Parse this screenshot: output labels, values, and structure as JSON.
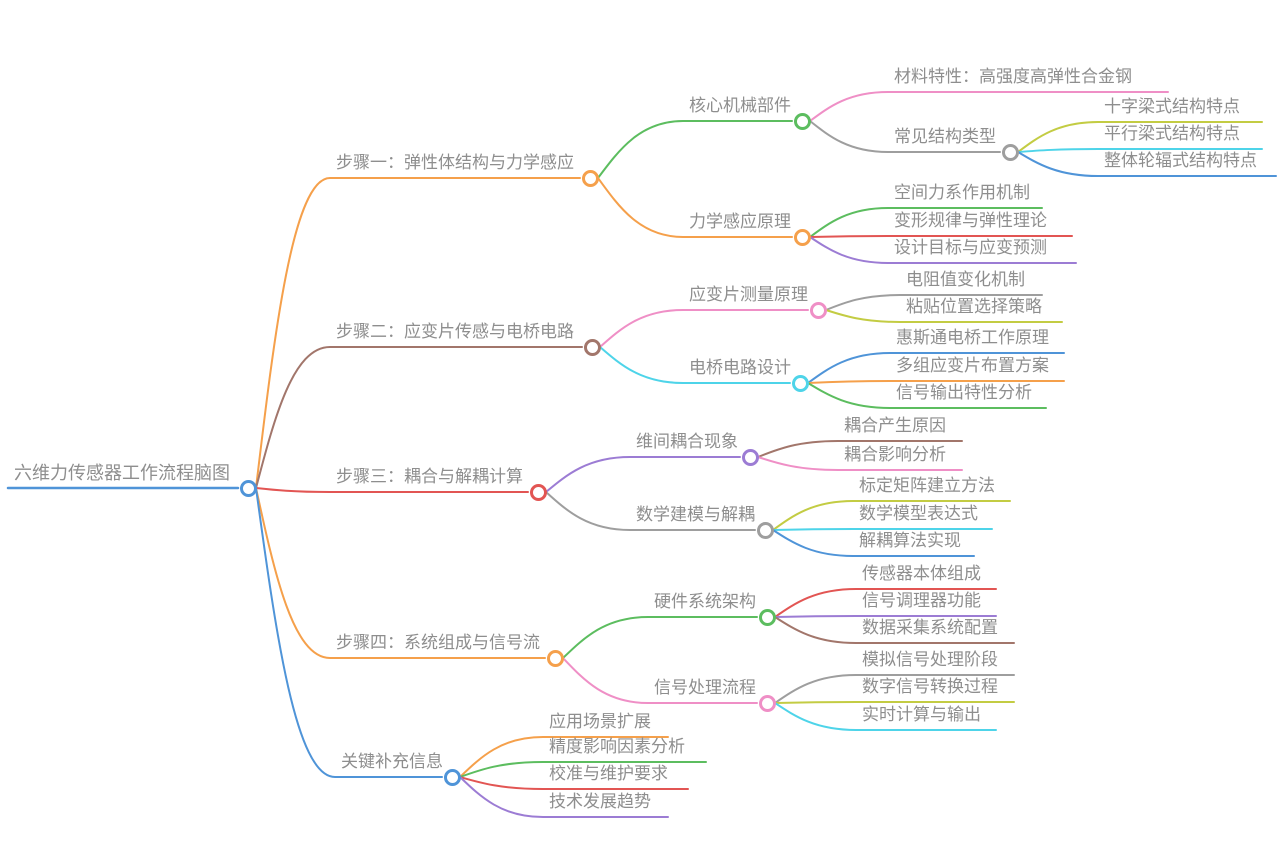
{
  "palette": {
    "blue": "#4f94d8",
    "orange": "#f5a04b",
    "brown": "#a2766b",
    "red": "#e25553",
    "green": "#5cbd5f",
    "pink": "#ef8fc6",
    "gray": "#9e9e9e",
    "cyan": "#4ed4e9",
    "yellowgreen": "#c3cc43",
    "purple": "#9c7cd4"
  },
  "text_color": "#8e8e8e",
  "root": {
    "label": "六维力传感器工作流程脑图",
    "color": "blue"
  },
  "branches": [
    {
      "label": "步骤一：弹性体结构与力学感应",
      "color": "orange",
      "children": [
        {
          "label": "核心机械部件",
          "color": "green",
          "children": [
            {
              "label": "材料特性：高强度高弹性合金钢",
              "color": "pink"
            },
            {
              "label": "常见结构类型",
              "color": "gray",
              "children": [
                {
                  "label": "十字梁式结构特点",
                  "color": "yellowgreen"
                },
                {
                  "label": "平行梁式结构特点",
                  "color": "cyan"
                },
                {
                  "label": "整体轮辐式结构特点",
                  "color": "blue"
                }
              ]
            }
          ]
        },
        {
          "label": "力学感应原理",
          "color": "orange",
          "children": [
            {
              "label": "空间力系作用机制",
              "color": "green"
            },
            {
              "label": "变形规律与弹性理论",
              "color": "red"
            },
            {
              "label": "设计目标与应变预测",
              "color": "purple"
            }
          ]
        }
      ]
    },
    {
      "label": "步骤二：应变片传感与电桥电路",
      "color": "brown",
      "children": [
        {
          "label": "应变片测量原理",
          "color": "pink",
          "children": [
            {
              "label": "电阻值变化机制",
              "color": "gray"
            },
            {
              "label": "粘贴位置选择策略",
              "color": "yellowgreen"
            }
          ]
        },
        {
          "label": "电桥电路设计",
          "color": "cyan",
          "children": [
            {
              "label": "惠斯通电桥工作原理",
              "color": "blue"
            },
            {
              "label": "多组应变片布置方案",
              "color": "orange"
            },
            {
              "label": "信号输出特性分析",
              "color": "green"
            }
          ]
        }
      ]
    },
    {
      "label": "步骤三：耦合与解耦计算",
      "color": "red",
      "children": [
        {
          "label": "维间耦合现象",
          "color": "purple",
          "children": [
            {
              "label": "耦合产生原因",
              "color": "brown"
            },
            {
              "label": "耦合影响分析",
              "color": "pink"
            }
          ]
        },
        {
          "label": "数学建模与解耦",
          "color": "gray",
          "children": [
            {
              "label": "标定矩阵建立方法",
              "color": "yellowgreen"
            },
            {
              "label": "数学模型表达式",
              "color": "cyan"
            },
            {
              "label": "解耦算法实现",
              "color": "blue"
            }
          ]
        }
      ]
    },
    {
      "label": "步骤四：系统组成与信号流",
      "color": "orange",
      "children": [
        {
          "label": "硬件系统架构",
          "color": "green",
          "children": [
            {
              "label": "传感器本体组成",
              "color": "red"
            },
            {
              "label": "信号调理器功能",
              "color": "purple"
            },
            {
              "label": "数据采集系统配置",
              "color": "brown"
            }
          ]
        },
        {
          "label": "信号处理流程",
          "color": "pink",
          "children": [
            {
              "label": "模拟信号处理阶段",
              "color": "gray"
            },
            {
              "label": "数字信号转换过程",
              "color": "yellowgreen"
            },
            {
              "label": "实时计算与输出",
              "color": "cyan"
            }
          ]
        }
      ]
    },
    {
      "label": "关键补充信息",
      "color": "blue",
      "children": [
        {
          "label": "应用场景扩展",
          "color": "orange"
        },
        {
          "label": "精度影响因素分析",
          "color": "green"
        },
        {
          "label": "校准与维护要求",
          "color": "red"
        },
        {
          "label": "技术发展趋势",
          "color": "purple"
        }
      ]
    }
  ]
}
